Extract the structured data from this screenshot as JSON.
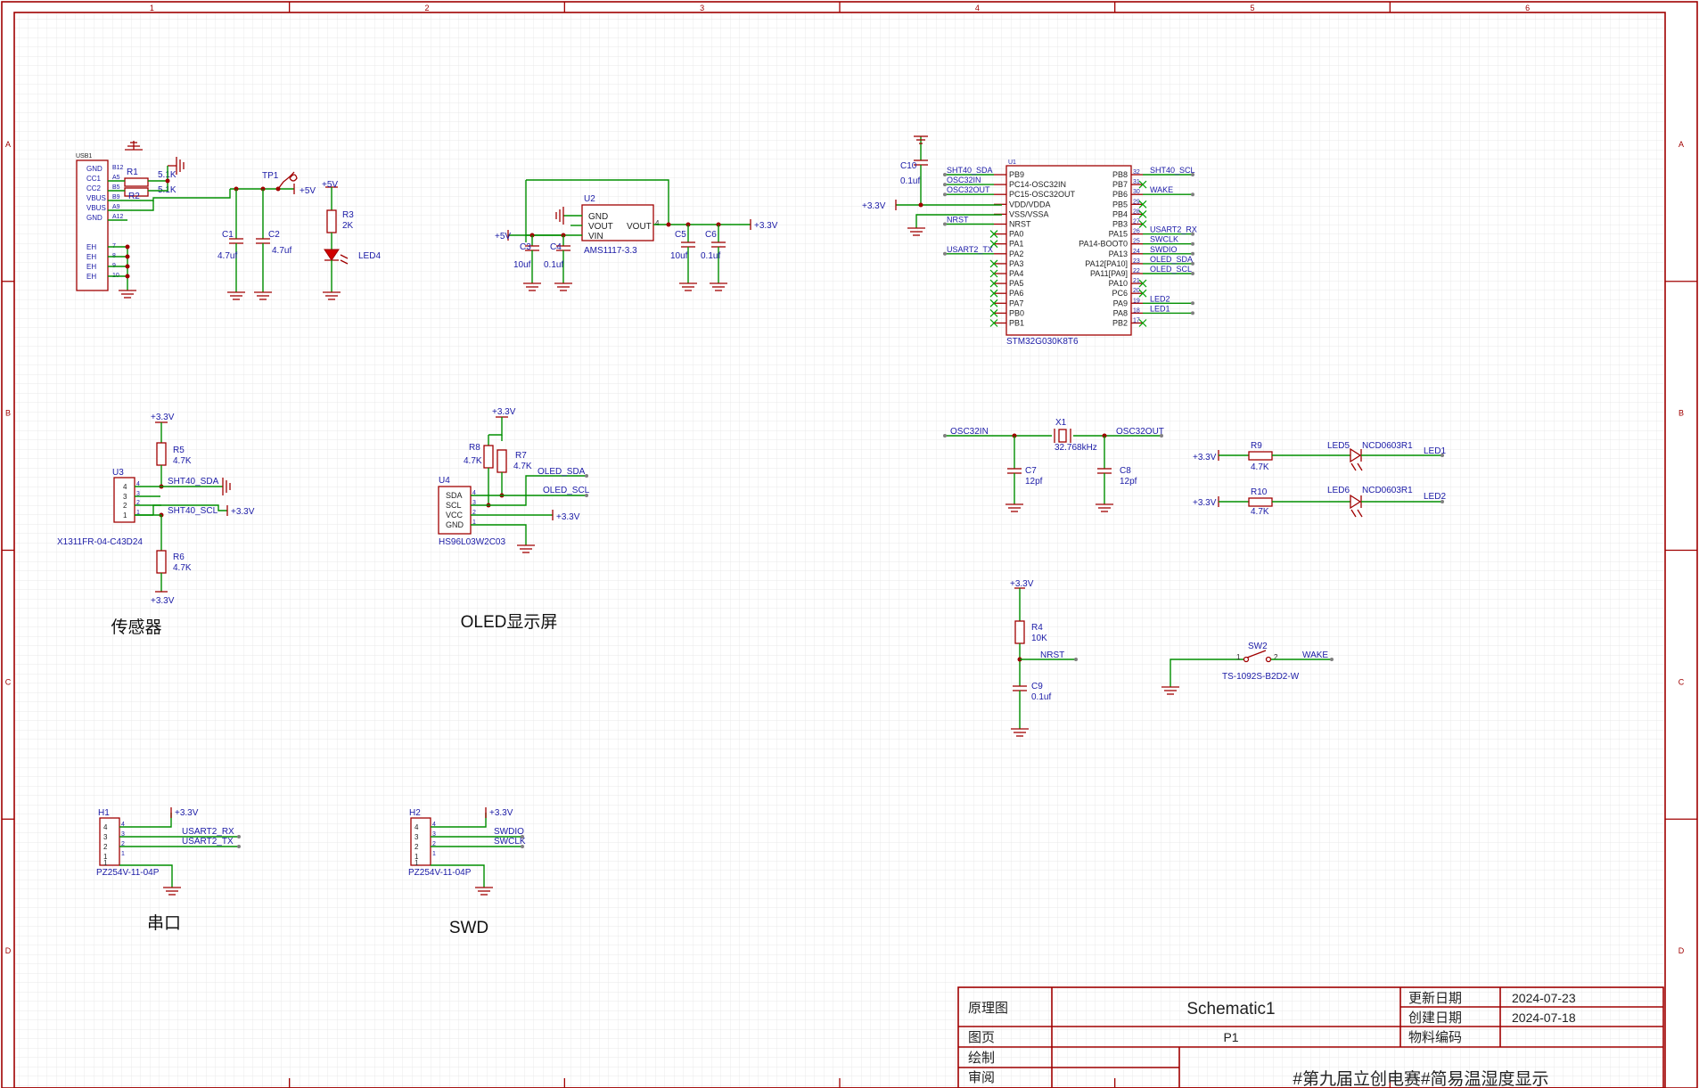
{
  "border": {
    "cols": [
      "1",
      "2",
      "3",
      "4",
      "5",
      "6"
    ],
    "rows": [
      "A",
      "B",
      "C",
      "D"
    ]
  },
  "usb": {
    "ref": "USB1",
    "pins": [
      "GND",
      "CC1",
      "CC2",
      "VBUS",
      "VBUS",
      "GND",
      "EH",
      "EH",
      "EH",
      "EH"
    ],
    "pin_nums": [
      "B12",
      "A5",
      "B5",
      "B9",
      "A9",
      "A12",
      "7",
      "8",
      "9",
      "10"
    ],
    "r1_ref": "R1",
    "r1_val": "5.1K",
    "r2_ref": "R2",
    "r2_val": "5.1K"
  },
  "power_in": {
    "tp_ref": "TP1",
    "net_5v": "+5V",
    "c1_ref": "C1",
    "c1_val": "4.7uf",
    "c2_ref": "C2",
    "c2_val": "4.7uf",
    "r3_ref": "R3",
    "r3_val": "2K",
    "r3_net": "+5V",
    "led_ref": "LED4"
  },
  "ldo": {
    "ref": "U2",
    "part": "AMS1117-3.3",
    "pin_gnd": "GND",
    "pin_vout": "VOUT",
    "pin_vin": "VIN",
    "pin_vout2": "VOUT",
    "pin_num4": "4",
    "in_net": "+5V",
    "out_net": "+3.3V",
    "c3_ref": "C3",
    "c3_val": "10uf",
    "c4_ref": "C4",
    "c4_val": "0.1uf",
    "c5_ref": "C5",
    "c5_val": "10uf",
    "c6_ref": "C6",
    "c6_val": "0.1uf"
  },
  "mcu": {
    "ref": "U1",
    "part": "STM32G030K8T6",
    "c10_ref": "C10",
    "c10_val": "0.1uf",
    "pwr_net": "+3.3V",
    "left_pins": [
      "PB9",
      "PC14-OSC32IN",
      "PC15-OSC32OUT",
      "VDD/VDDA",
      "VSS/VSSA",
      "NRST",
      "PA0",
      "PA1",
      "PA2",
      "PA3",
      "PA4",
      "PA5",
      "PA6",
      "PA7",
      "PB0",
      "PB1"
    ],
    "left_nets": [
      "SHT40_SDA",
      "OSC32IN",
      "OSC32OUT",
      "",
      "",
      "NRST",
      "",
      "",
      "USART2_TX",
      "",
      "",
      "",
      "",
      "",
      "",
      ""
    ],
    "right_pins": [
      "PB8",
      "PB7",
      "PB6",
      "PB5",
      "PB4",
      "PB3",
      "PA15",
      "PA14-BOOT0",
      "PA13",
      "PA12[PA10]",
      "PA11[PA9]",
      "PA10",
      "PC6",
      "PA9",
      "PA8",
      "PB2"
    ],
    "right_nums": [
      "32",
      "31",
      "30",
      "29",
      "28",
      "27",
      "26",
      "25",
      "24",
      "23",
      "22",
      "21",
      "20",
      "19",
      "18",
      "17"
    ],
    "right_nets": [
      "SHT40_SCL",
      "",
      "WAKE",
      "",
      "",
      "",
      "USART2_RX",
      "SWCLK",
      "SWDIO",
      "OLED_SDA",
      "OLED_SCL",
      "",
      "",
      "LED2",
      "LED1",
      ""
    ]
  },
  "crystal": {
    "ref": "X1",
    "val": "32.768kHz",
    "net_in": "OSC32IN",
    "net_out": "OSC32OUT",
    "c7_ref": "C7",
    "c7_val": "12pf",
    "c8_ref": "C8",
    "c8_val": "12pf"
  },
  "leds": {
    "r9_ref": "R9",
    "r9_val": "4.7K",
    "led5_ref": "LED5",
    "led5_part": "NCD0603R1",
    "net1": "LED1",
    "r10_ref": "R10",
    "r10_val": "4.7K",
    "led6_ref": "LED6",
    "led6_part": "NCD0603R1",
    "net2": "LED2",
    "pwr": "+3.3V"
  },
  "reset": {
    "net_pwr": "+3.3V",
    "r4_ref": "R4",
    "r4_val": "10K",
    "net_nrst": "NRST",
    "c9_ref": "C9",
    "c9_val": "0.1uf"
  },
  "switch": {
    "ref": "SW2",
    "part": "TS-1092S-B2D2-W",
    "pin1": "1",
    "pin2": "2",
    "net": "WAKE"
  },
  "sensor": {
    "ref": "U3",
    "part": "X1311FR-04-C43D24",
    "r5_ref": "R5",
    "r5_val": "4.7K",
    "r6_ref": "R6",
    "r6_val": "4.7K",
    "pwr": "+3.3V",
    "net_sda": "SHT40_SDA",
    "net_scl": "SHT40_SCL",
    "pins": [
      "4",
      "3",
      "2",
      "1"
    ],
    "caption": "传感器"
  },
  "oled": {
    "ref": "U4",
    "part": "HS96L03W2C03",
    "r7_ref": "R7",
    "r7_val": "4.7K",
    "r8_ref": "R8",
    "r8_val": "4.7K",
    "pwr": "+3.3V",
    "pins": [
      "SDA",
      "SCL",
      "VCC",
      "GND"
    ],
    "pin_nums": [
      "4",
      "3",
      "2",
      "1"
    ],
    "net_sda": "OLED_SDA",
    "net_scl": "OLED_SCL",
    "caption": "OLED显示屏"
  },
  "h1": {
    "ref": "H1",
    "part": "PZ254V-11-04P",
    "pwr": "+3.3V",
    "net_rx": "USART2_RX",
    "net_tx": "USART2_TX",
    "pins": [
      "4",
      "3",
      "2",
      "1"
    ],
    "caption": "串口"
  },
  "h2": {
    "ref": "H2",
    "part": "PZ254V-11-04P",
    "pwr": "+3.3V",
    "net_a": "SWDIO",
    "net_b": "SWCLK",
    "pins": [
      "4",
      "3",
      "2",
      "1"
    ],
    "caption": "SWD"
  },
  "title_block": {
    "r1_label": "原理图",
    "title": "Schematic1",
    "updated_label": "更新日期",
    "updated": "2024-07-23",
    "created_label": "创建日期",
    "created": "2024-07-18",
    "page_label": "图页",
    "page": "P1",
    "partno_label": "物料编码",
    "drawn_label": "绘制",
    "review_label": "审阅",
    "project": "#第九届立创电赛#简易温湿度显示"
  }
}
